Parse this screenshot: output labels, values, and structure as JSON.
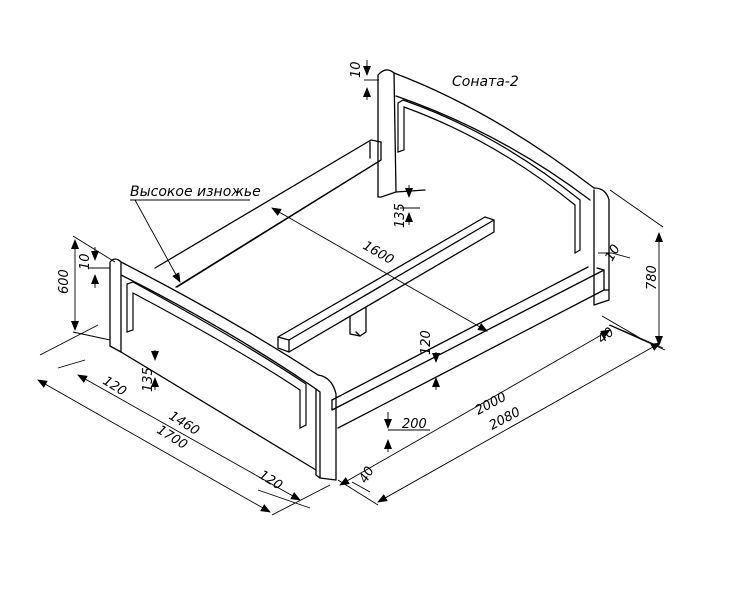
{
  "title": "Соната-2",
  "callout": "Высокое изножье",
  "dims": {
    "headboard_top_offset": "10",
    "headboard_side_offset": "10",
    "footboard_top_offset": "10",
    "headboard_height": "780",
    "footboard_height": "600",
    "inner_width": "1600",
    "panel_inset_head": "135",
    "panel_inset_foot": "135",
    "rail_height": "120",
    "rail_bottom": "200",
    "inner_length": "2000",
    "outer_length": "2080",
    "rail_inset_rear": "40",
    "rail_inset_front": "40",
    "leg_width_left": "120",
    "leg_width_right": "120",
    "inner_width_foot": "1460",
    "outer_width": "1700"
  }
}
